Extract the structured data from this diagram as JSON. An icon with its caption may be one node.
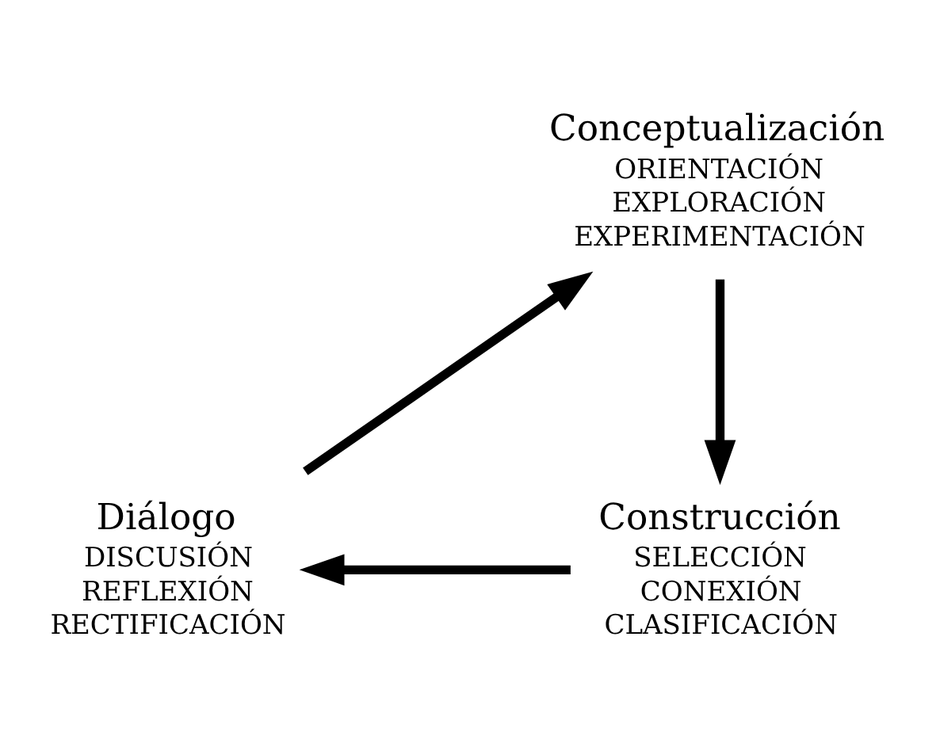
{
  "diagram": {
    "nodes": [
      {
        "text": [
          "Conceptualización",
          "ORIENTACIÓN",
          "EXPLORACIÓN",
          "EXPERIMENTACIÓN"
        ]
      },
      {
        "text": [
          "Construcción",
          "SELECCIÓN",
          "CONEXIÓN",
          "CLASIFICACIÓN"
        ]
      },
      {
        "text": [
          "Diálogo",
          "DISCUSIÓN",
          "REFLEXIÓN",
          "RECTIFICACIÓN"
        ]
      }
    ],
    "edges": [
      {
        "from": 0,
        "to": 1,
        "arrow": "to"
      },
      {
        "from": 1,
        "to": 2,
        "arrow": "to"
      },
      {
        "from": 2,
        "to": 0,
        "arrow": "to"
      }
    ]
  }
}
